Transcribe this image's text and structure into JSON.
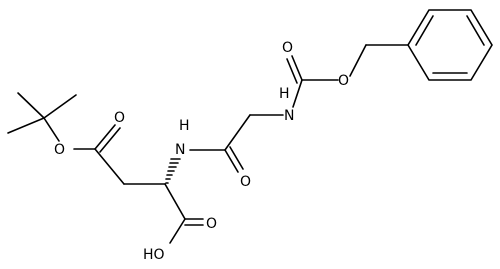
{
  "molecule": {
    "atoms": {
      "o_ester_carbonyl": "O",
      "o_ester_single": "O",
      "nh_amide": "N",
      "h_amide": "H",
      "nh_carbamate": "N",
      "h_carbamate": "H",
      "o_carbamate_carbonyl": "O",
      "o_carbamate_single": "O",
      "o_amide_carbonyl": "O",
      "o_acid_carbonyl": "O",
      "oh_acid": "HO"
    }
  }
}
